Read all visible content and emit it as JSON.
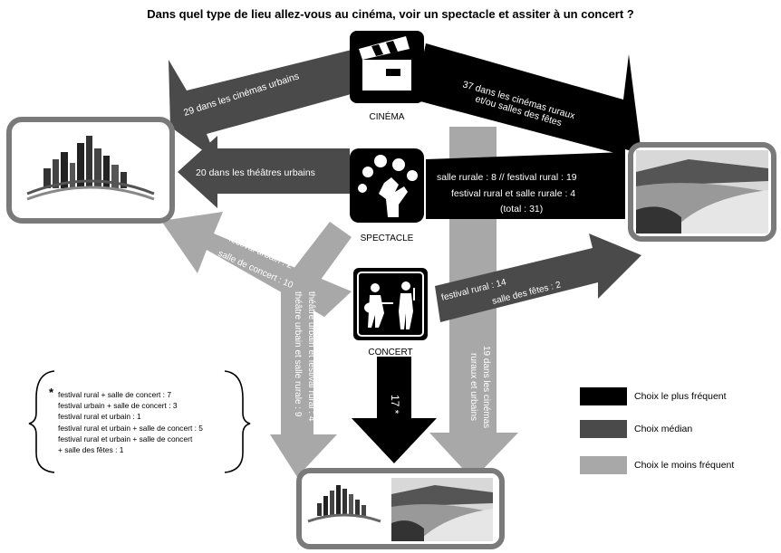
{
  "title": "Dans quel type de lieu allez-vous au cinéma, voir un spectacle et assiter à un concert ?",
  "nodes": {
    "cinema": "CINÉMA",
    "spectacle": "SPECTACLE",
    "concert": "CONCERT"
  },
  "arrows": {
    "cinema_urban": "29 dans les cinémas urbains",
    "cinema_rural_1": "37 dans les cinémas ruraux",
    "cinema_rural_2": "et/ou salles des fêtes",
    "cinema_both_1": "19 dans les cinémas",
    "cinema_both_2": "ruraux et urbains",
    "spectacle_urban": "20 dans les théâtres urbains",
    "spectacle_rural_1": "salle rurale : 8 // festival rural : 19",
    "spectacle_rural_2": "festival rural et salle rurale : 4",
    "spectacle_rural_3": "(total : 31)",
    "spectacle_both_1": "théâtre urbain et festival rural : 4",
    "spectacle_both_2": "théâtre urbain et salle rurale : 9",
    "concert_urban_1": "festival urbain : 2",
    "concert_urban_2": "salle de concert : 10",
    "concert_rural_1": "festival rural : 14",
    "concert_rural_2": "salle des fêtes : 2",
    "concert_both": "17 *"
  },
  "footnote": {
    "star": "*",
    "lines": [
      "festival rural + salle de concert : 7",
      "festival urbain + salle de concert : 3",
      "festival rural et urbain : 1",
      "festival rural et urbain + salle de concert : 5",
      "festival rural et urbain + salle de concert",
      "+ salle des fêtes : 1"
    ]
  },
  "legend": [
    {
      "label": "Choix le plus fréquent",
      "color": "#000000"
    },
    {
      "label": "Choix médian",
      "color": "#4a4a4a"
    },
    {
      "label": "Choix le moins fréquent",
      "color": "#a8a8a8"
    }
  ],
  "colors": {
    "most": "#000000",
    "median": "#4a4a4a",
    "least": "#a8a8a8",
    "frame": "#7a7a7a"
  },
  "icons": {
    "city": "city-skyline-icon",
    "countryside": "countryside-landscape-icon",
    "cinema": "clapperboard-icon",
    "spectacle": "juggling-hand-icon",
    "concert": "musicians-icon"
  }
}
